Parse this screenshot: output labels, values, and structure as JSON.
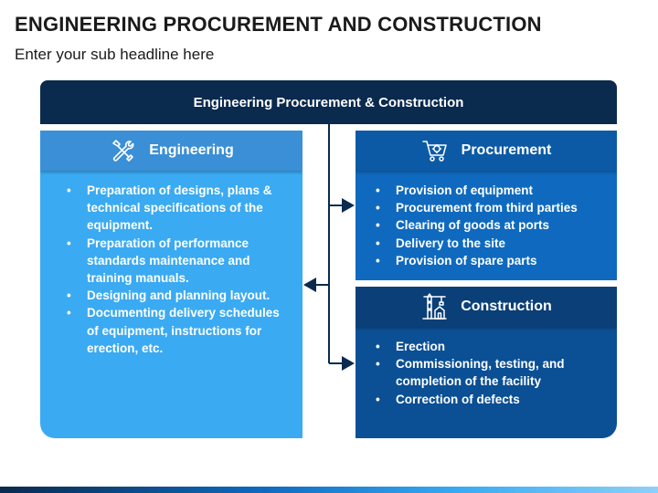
{
  "title": "ENGINEERING PROCUREMENT AND CONSTRUCTION",
  "subtitle": "Enter your sub headline here",
  "header": "Engineering Procurement & Construction",
  "engineering": {
    "title": "Engineering",
    "icon": "wrench-screwdriver-icon",
    "items": [
      "Preparation of designs, plans & technical specifications of the equipment.",
      "Preparation of performance standards maintenance and training manuals.",
      "Designing and planning layout.",
      "Documenting delivery schedules of equipment, instructions for erection, etc."
    ]
  },
  "procurement": {
    "title": "Procurement",
    "icon": "shopping-cart-gear-icon",
    "items": [
      "Provision of equipment",
      "Procurement from third parties",
      "Clearing of goods at ports",
      "Delivery to the site",
      "Provision of spare parts"
    ]
  },
  "construction": {
    "title": "Construction",
    "icon": "crane-building-icon",
    "items": [
      "Erection",
      "Commissioning, testing, and completion of the facility",
      "Correction of defects"
    ]
  },
  "colors": {
    "navy": "#0a2a4e",
    "engineering": "#3aaaf2",
    "procurement": "#0f6abf",
    "construction": "#0b4f95"
  }
}
